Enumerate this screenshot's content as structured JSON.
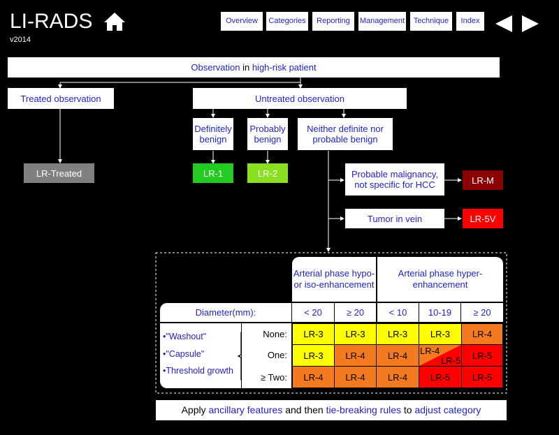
{
  "header": {
    "title": "LI-RADS",
    "version": "v2014"
  },
  "nav": [
    "Overview",
    "Categories",
    "Reporting",
    "Management",
    "Technique",
    "Index"
  ],
  "flow": {
    "root_a": "Observation",
    "root_b": " in ",
    "root_c": "high-risk patient",
    "treated": "Treated observation",
    "untreated": "Untreated observation",
    "def_benign": "Definitely benign",
    "prob_benign": "Probably benign",
    "neither": "Neither definite nor probable benign",
    "prob_malig": "Probable malignancy, not specific for HCC",
    "tumor_vein": "Tumor in vein"
  },
  "categories": {
    "treated": "LR-Treated",
    "lr1": "LR-1",
    "lr2": "LR-2",
    "lrm": "LR-M",
    "lr5v": "LR-5V"
  },
  "table": {
    "hdr_hypo": "Arterial phase hypo- or iso-enhancement",
    "hdr_hyper": "Arterial phase hyper-enhancement",
    "diameter_label": "Diameter(mm):",
    "diameters": [
      "< 20",
      "≥ 20",
      "< 10",
      "10-19",
      "≥ 20"
    ],
    "features": [
      "\"Washout\"",
      "\"Capsule\"",
      "Threshold growth"
    ],
    "row_labels": [
      "None:",
      "One:",
      "≥ Two:"
    ],
    "rows": [
      [
        "LR-3",
        "LR-3",
        "LR-3",
        "LR-3",
        "LR-4"
      ],
      [
        "LR-3",
        "LR-4",
        "LR-4",
        "",
        "LR-5"
      ],
      [
        "LR-4",
        "LR-4",
        "LR-4",
        "LR-5",
        "LR-5"
      ]
    ],
    "split_top": "LR-4",
    "split_bottom": "LR-5"
  },
  "footer": {
    "p1": "Apply ",
    "p2": "ancillary features",
    "p3": " and then ",
    "p4": "tie-breaking rules",
    "p5": " to ",
    "p6": "adjust category"
  },
  "colors": {
    "lr3": "#ffff00",
    "lr4": "#f47a20",
    "lr5": "#ff0000",
    "lr1": "#22cc22",
    "lr2": "#88e020",
    "lrm": "#8b0000",
    "treated": "#808080"
  }
}
